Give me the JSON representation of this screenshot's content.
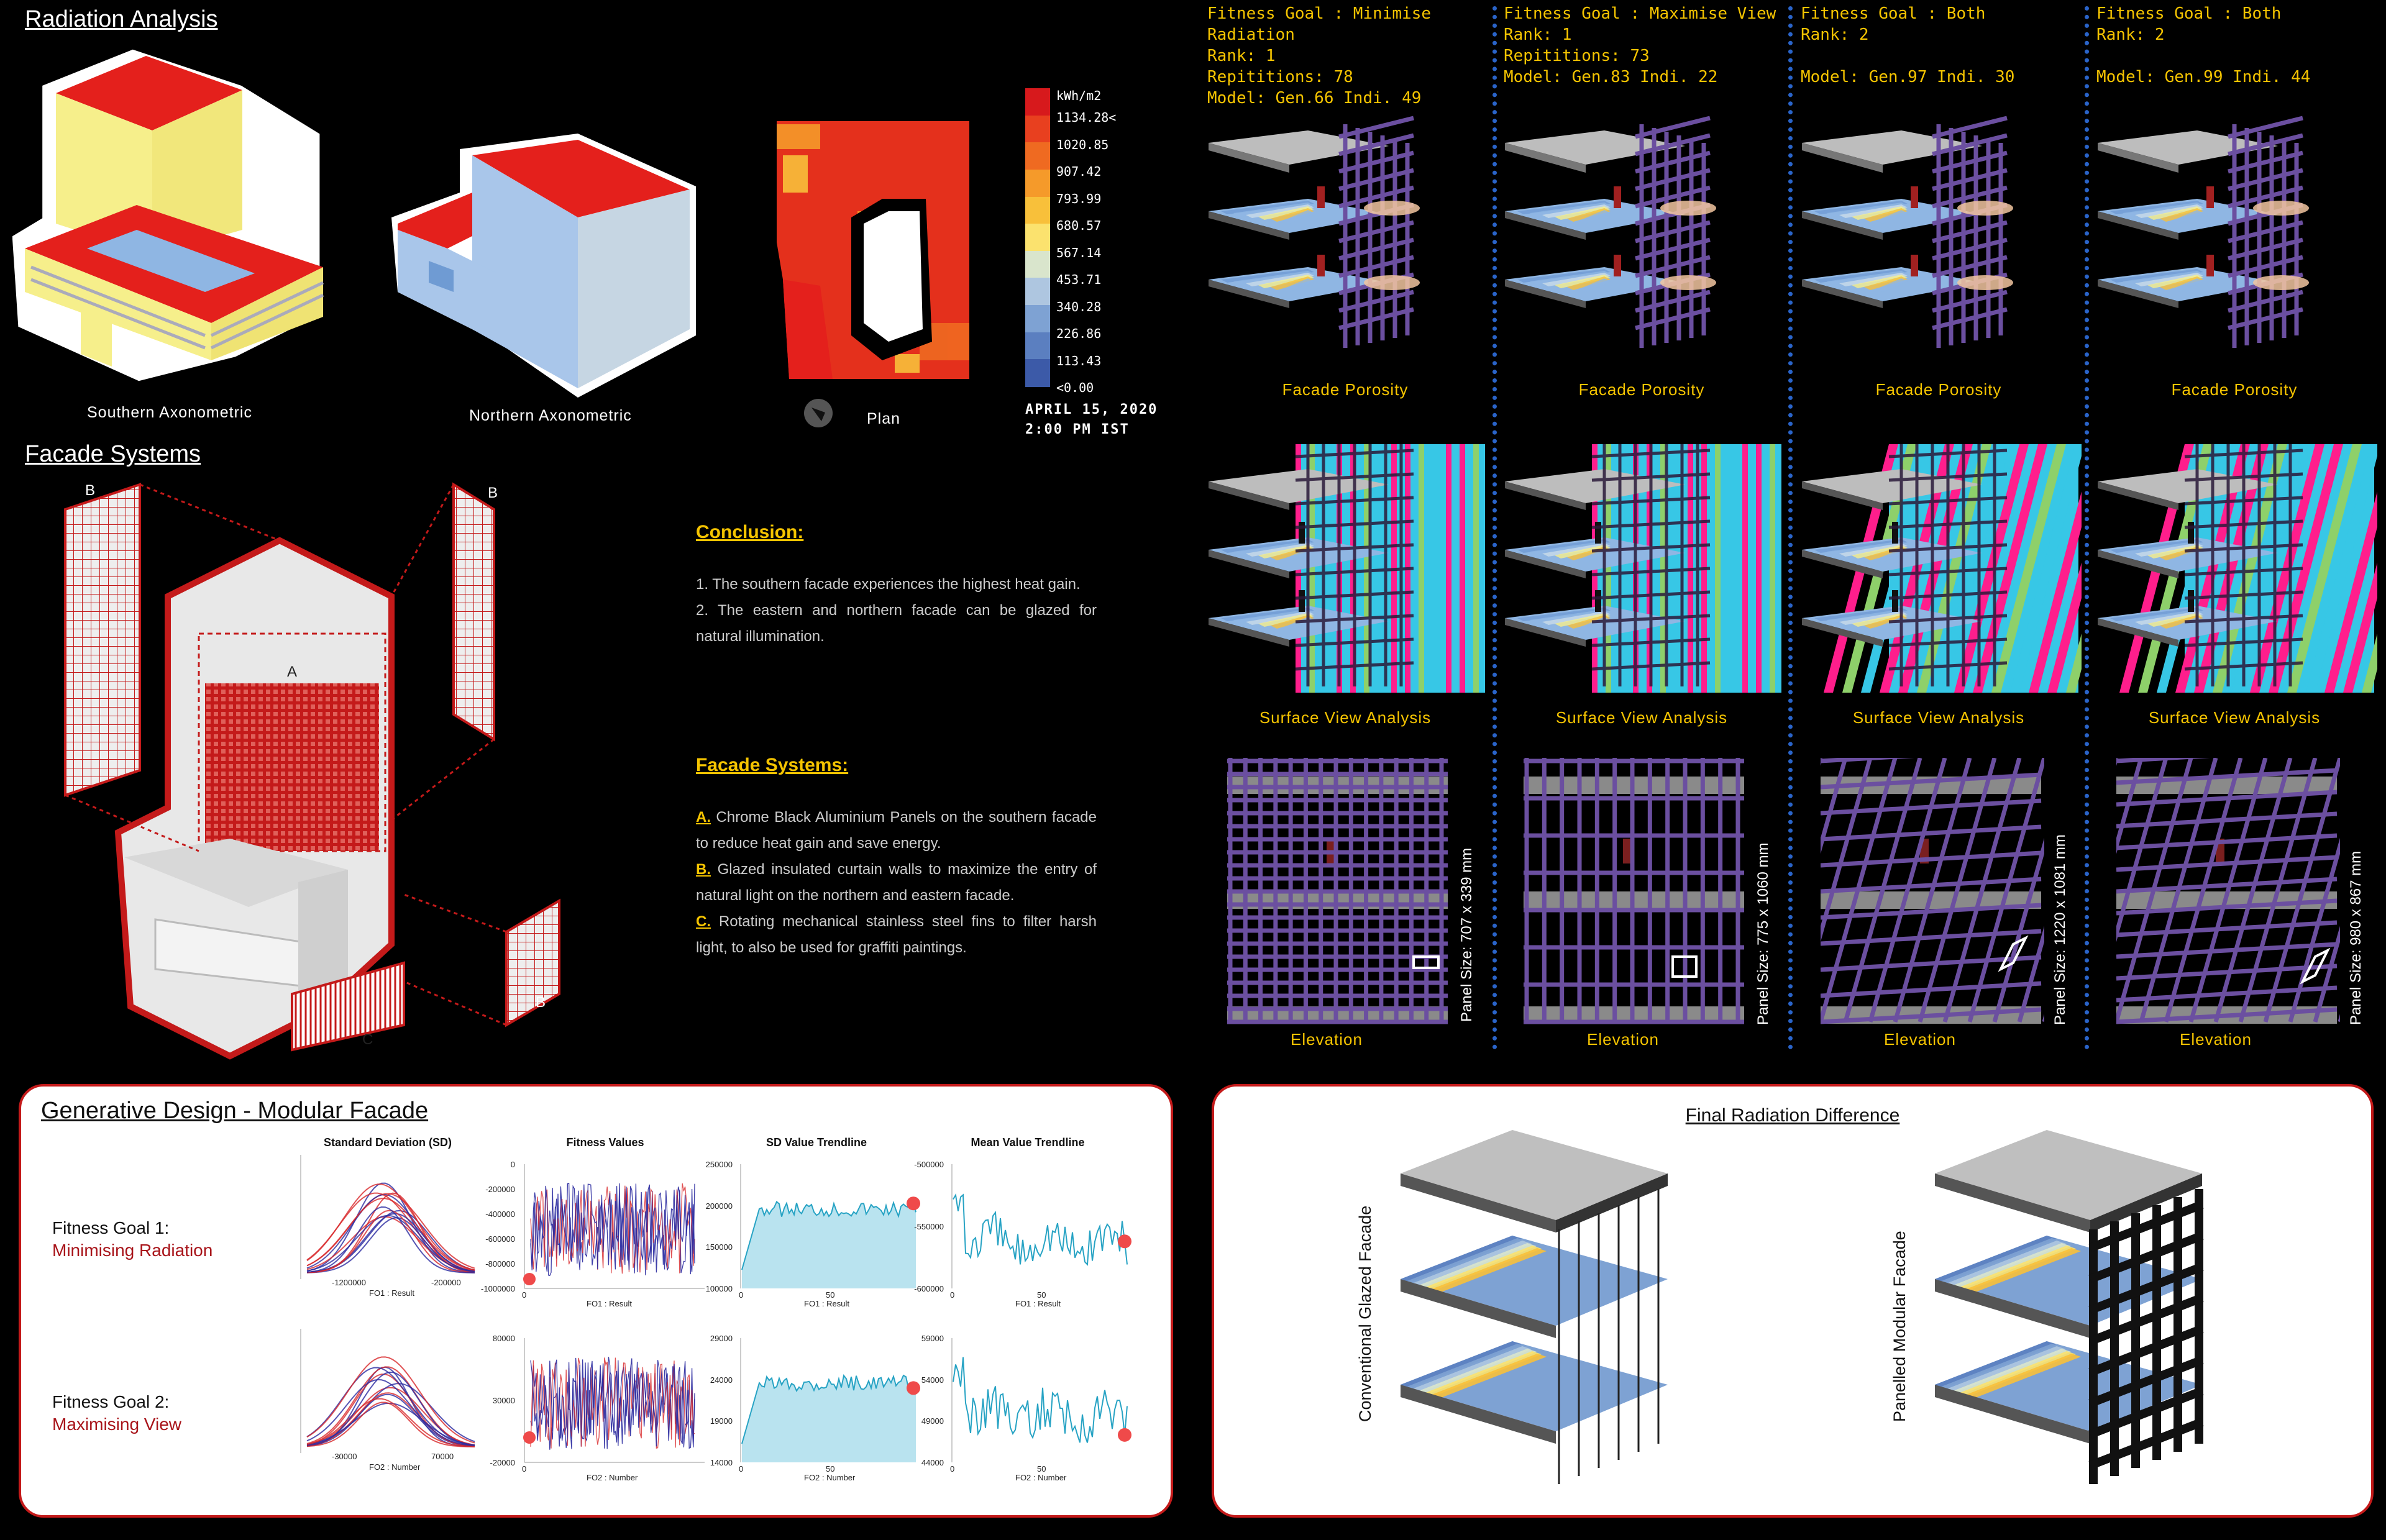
{
  "radiation": {
    "title": "Radiation Analysis",
    "south_label": "Southern Axonometric",
    "north_label": "Northern Axonometric",
    "plan_label": "Plan",
    "legend": {
      "unit": "kWh/m2",
      "values": [
        "1134.28<",
        "1020.85",
        "907.42",
        "793.99",
        "680.57",
        "567.14",
        "453.71",
        "340.28",
        "226.86",
        "113.43",
        "<0.00"
      ],
      "colors": [
        "#d7191c",
        "#e8401f",
        "#ef6a21",
        "#f59a2a",
        "#f8c03a",
        "#fbe26e",
        "#d9e5cc",
        "#aec6e0",
        "#7ea2d3",
        "#5b7fc0",
        "#3c5aa8"
      ],
      "date": "APRIL 15, 2020",
      "time": "2:00 PM IST"
    }
  },
  "facade_systems": {
    "title": "Facade Systems",
    "marks": [
      "A",
      "B",
      "B",
      "B",
      "C"
    ]
  },
  "conclusion": {
    "title": "Conclusion:",
    "p1": "1. The southern facade experiences the highest heat gain.",
    "p2": "2. The eastern and northern facade can be glazed for natural illumination."
  },
  "facade_text": {
    "title": "Facade Systems:",
    "a_letter": "A.",
    "a_text": "Chrome Black Aluminium Panels on the southern facade to reduce heat gain and save energy.",
    "b_letter": "B.",
    "b_text": "Glazed insulated curtain walls to maximize the entry of natural light on the northern and eastern facade.",
    "c_letter": "C.",
    "c_text": "Rotating mechanical stainless steel fins to filter harsh light, to also be used for graffiti paintings."
  },
  "columns": [
    {
      "goal": "Fitness Goal : Minimise Radiation",
      "rank": "Rank: 1",
      "reps": "Repititions: 78",
      "model": "Model: Gen.66  Indi. 49",
      "panel": "Panel Size: 707 x 339 mm"
    },
    {
      "goal": "Fitness Goal : Maximise View",
      "rank": "Rank: 1",
      "reps": "Repititions: 73",
      "model": "Model: Gen.83  Indi. 22",
      "panel": "Panel Size: 775 x 1060 mm"
    },
    {
      "goal": "Fitness Goal : Both",
      "rank": "Rank: 2",
      "reps": "",
      "model": "Model: Gen.97  Indi. 30",
      "panel": "Panel Size: 1220 x 1081 mm"
    },
    {
      "goal": "Fitness Goal : Both",
      "rank": "Rank: 2",
      "reps": "",
      "model": "Model: Gen.99  Indi. 44",
      "panel": "Panel Size: 980 x 867 mm"
    }
  ],
  "row_labels": {
    "porosity": "Facade Porosity",
    "view": "Surface View Analysis",
    "elevation": "Elevation"
  },
  "generative": {
    "title": "Generative Design - Modular Facade",
    "chart_titles": [
      "Standard Deviation (SD)",
      "Fitness Values",
      "SD Value Trendline",
      "Mean Value Trendline"
    ],
    "goal1": "Fitness Goal 1:",
    "goal1_sub": "Minimising Radiation",
    "goal2": "Fitness Goal 2:",
    "goal2_sub": "Maximising View",
    "row1": {
      "sd_ticks": [
        "-1200000",
        "-200000"
      ],
      "sd_xlabel": "FO1 : Result",
      "fit_ticks": [
        "0",
        "-200000",
        "-400000",
        "-600000",
        "-800000",
        "-1000000"
      ],
      "fit_xlabel": "FO1 : Result",
      "fit_x0": "0",
      "sdt_ticks": [
        "250000",
        "200000",
        "150000",
        "100000"
      ],
      "sdt_x": [
        "0",
        "50"
      ],
      "sdt_xlabel": "FO1 : Result",
      "mean_ticks": [
        "-500000",
        "-550000",
        "-600000"
      ],
      "mean_x": [
        "0",
        "50"
      ],
      "mean_xlabel": "FO1 : Result"
    },
    "row2": {
      "sd_ticks": [
        "-30000",
        "70000"
      ],
      "sd_xlabel": "FO2 : Number",
      "fit_ticks": [
        "80000",
        "30000",
        "-20000"
      ],
      "fit_xlabel": "FO2 : Number",
      "fit_x0": "0",
      "sdt_ticks": [
        "29000",
        "24000",
        "19000",
        "14000"
      ],
      "sdt_x": [
        "0",
        "50"
      ],
      "sdt_xlabel": "FO2 : Number",
      "mean_ticks": [
        "59000",
        "54000",
        "49000",
        "44000"
      ],
      "mean_x": [
        "0",
        "50"
      ],
      "mean_xlabel": "FO2 : Number"
    }
  },
  "final": {
    "title": "Final Radiation Difference",
    "left": "Conventional Glazed Facade",
    "right": "Panelled Modular Facade"
  }
}
